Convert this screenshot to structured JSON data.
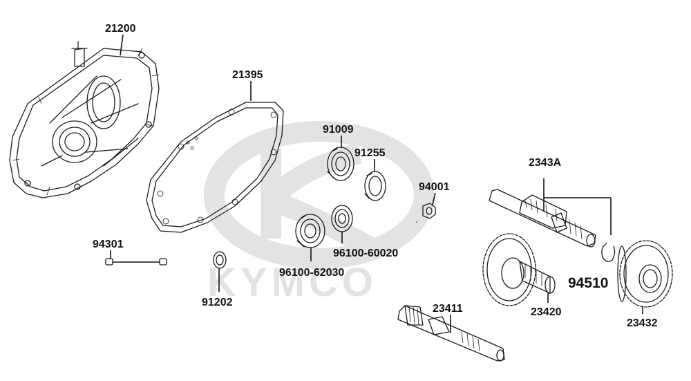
{
  "watermark": {
    "brand": "KYMCO"
  },
  "parts": {
    "p21200": "21200",
    "p21395": "21395",
    "p91009": "91009",
    "p91255": "91255",
    "p94001": "94001",
    "p2343A": "2343A",
    "p94301": "94301",
    "p96100_60020": "96100-60020",
    "p96100_62030": "96100-62030",
    "p94510": "94510",
    "p91202": "91202",
    "p23411": "23411",
    "p23420": "23420",
    "p23432": "23432"
  }
}
